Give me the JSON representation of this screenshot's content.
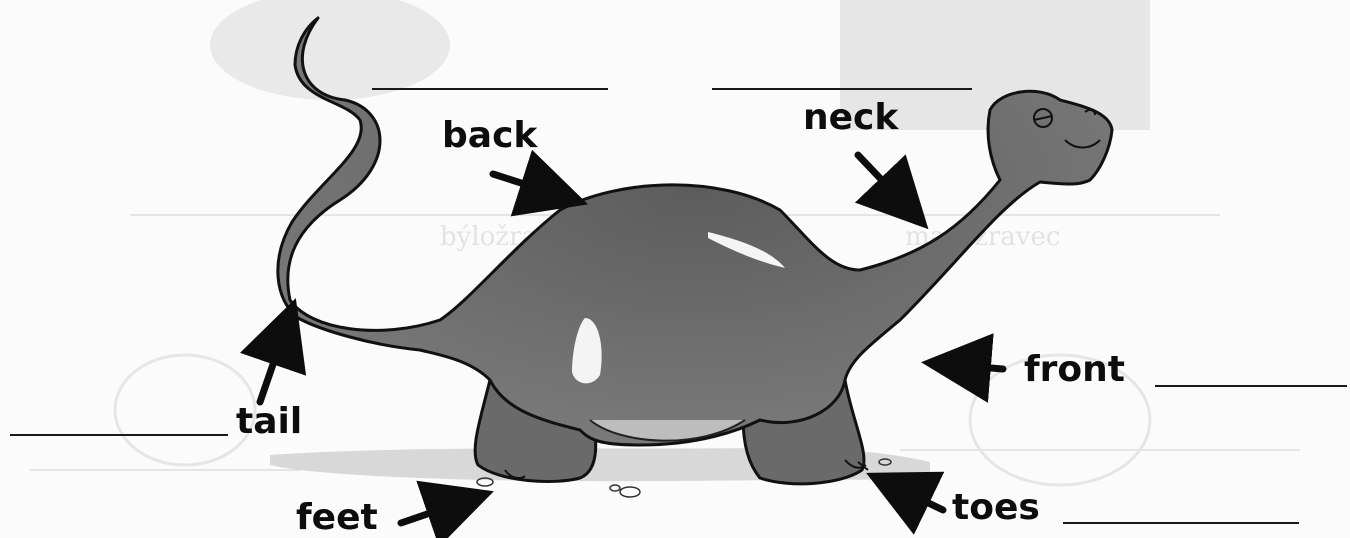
{
  "labels": {
    "back": "back",
    "neck": "neck",
    "front": "front",
    "tail": "tail",
    "feet": "feet",
    "toes": "toes"
  },
  "colors": {
    "ink": "#0d0d0d",
    "body": "#6e6e6e",
    "paper": "#fbfbfb"
  },
  "icons": [
    "dinosaur-illustration",
    "arrow-icon"
  ]
}
